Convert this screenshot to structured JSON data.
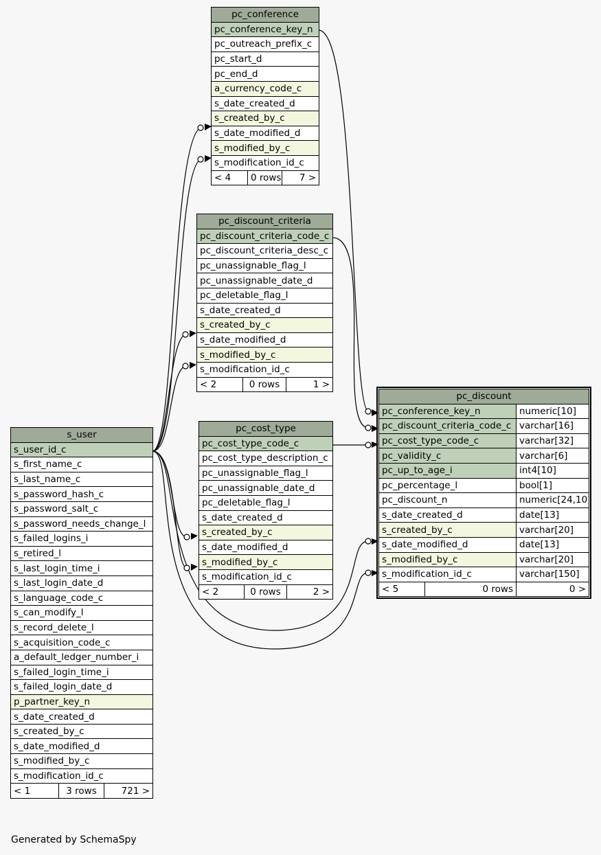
{
  "footer": "Generated by SchemaSpy",
  "tables": [
    {
      "id": "pc_conference",
      "name": "pc_conference",
      "columns": [
        {
          "n": "pc_conference_key_n",
          "k": "pk"
        },
        {
          "n": "pc_outreach_prefix_c",
          "k": ""
        },
        {
          "n": "pc_start_d",
          "k": ""
        },
        {
          "n": "pc_end_d",
          "k": ""
        },
        {
          "n": "a_currency_code_c",
          "k": "fk"
        },
        {
          "n": "s_date_created_d",
          "k": ""
        },
        {
          "n": "s_created_by_c",
          "k": "fk"
        },
        {
          "n": "s_date_modified_d",
          "k": ""
        },
        {
          "n": "s_modified_by_c",
          "k": "fk"
        },
        {
          "n": "s_modification_id_c",
          "k": ""
        }
      ],
      "footer": {
        "parents": "< 4",
        "rows": "0 rows",
        "children": "7 >"
      }
    },
    {
      "id": "pc_discount_criteria",
      "name": "pc_discount_criteria",
      "columns": [
        {
          "n": "pc_discount_criteria_code_c",
          "k": "pk"
        },
        {
          "n": "pc_discount_criteria_desc_c",
          "k": ""
        },
        {
          "n": "pc_unassignable_flag_l",
          "k": ""
        },
        {
          "n": "pc_unassignable_date_d",
          "k": ""
        },
        {
          "n": "pc_deletable_flag_l",
          "k": ""
        },
        {
          "n": "s_date_created_d",
          "k": ""
        },
        {
          "n": "s_created_by_c",
          "k": "fk"
        },
        {
          "n": "s_date_modified_d",
          "k": ""
        },
        {
          "n": "s_modified_by_c",
          "k": "fk"
        },
        {
          "n": "s_modification_id_c",
          "k": ""
        }
      ],
      "footer": {
        "parents": "< 2",
        "rows": "0 rows",
        "children": "1 >"
      }
    },
    {
      "id": "pc_cost_type",
      "name": "pc_cost_type",
      "columns": [
        {
          "n": "pc_cost_type_code_c",
          "k": "pk"
        },
        {
          "n": "pc_cost_type_description_c",
          "k": ""
        },
        {
          "n": "pc_unassignable_flag_l",
          "k": ""
        },
        {
          "n": "pc_unassignable_date_d",
          "k": ""
        },
        {
          "n": "pc_deletable_flag_l",
          "k": ""
        },
        {
          "n": "s_date_created_d",
          "k": ""
        },
        {
          "n": "s_created_by_c",
          "k": "fk"
        },
        {
          "n": "s_date_modified_d",
          "k": ""
        },
        {
          "n": "s_modified_by_c",
          "k": "fk"
        },
        {
          "n": "s_modification_id_c",
          "k": ""
        }
      ],
      "footer": {
        "parents": "< 2",
        "rows": "0 rows",
        "children": "2 >"
      }
    },
    {
      "id": "s_user",
      "name": "s_user",
      "columns": [
        {
          "n": "s_user_id_c",
          "k": "pk"
        },
        {
          "n": "s_first_name_c",
          "k": ""
        },
        {
          "n": "s_last_name_c",
          "k": ""
        },
        {
          "n": "s_password_hash_c",
          "k": ""
        },
        {
          "n": "s_password_salt_c",
          "k": ""
        },
        {
          "n": "s_password_needs_change_l",
          "k": ""
        },
        {
          "n": "s_failed_logins_i",
          "k": ""
        },
        {
          "n": "s_retired_l",
          "k": ""
        },
        {
          "n": "s_last_login_time_i",
          "k": ""
        },
        {
          "n": "s_last_login_date_d",
          "k": ""
        },
        {
          "n": "s_language_code_c",
          "k": ""
        },
        {
          "n": "s_can_modify_l",
          "k": ""
        },
        {
          "n": "s_record_delete_l",
          "k": ""
        },
        {
          "n": "s_acquisition_code_c",
          "k": ""
        },
        {
          "n": "a_default_ledger_number_i",
          "k": ""
        },
        {
          "n": "s_failed_login_time_i",
          "k": ""
        },
        {
          "n": "s_failed_login_date_d",
          "k": ""
        },
        {
          "n": "p_partner_key_n",
          "k": "fk"
        },
        {
          "n": "s_date_created_d",
          "k": ""
        },
        {
          "n": "s_created_by_c",
          "k": ""
        },
        {
          "n": "s_date_modified_d",
          "k": ""
        },
        {
          "n": "s_modified_by_c",
          "k": ""
        },
        {
          "n": "s_modification_id_c",
          "k": ""
        }
      ],
      "footer": {
        "parents": "< 1",
        "rows": "3 rows",
        "children": "721 >"
      }
    },
    {
      "id": "pc_discount",
      "name": "pc_discount",
      "focus": true,
      "columns": [
        {
          "n": "pc_conference_key_n",
          "t": "numeric[10]",
          "k": "pk"
        },
        {
          "n": "pc_discount_criteria_code_c",
          "t": "varchar[16]",
          "k": "pk"
        },
        {
          "n": "pc_cost_type_code_c",
          "t": "varchar[32]",
          "k": "pk"
        },
        {
          "n": "pc_validity_c",
          "t": "varchar[6]",
          "k": "pk"
        },
        {
          "n": "pc_up_to_age_i",
          "t": "int4[10]",
          "k": "pk"
        },
        {
          "n": "pc_percentage_l",
          "t": "bool[1]",
          "k": ""
        },
        {
          "n": "pc_discount_n",
          "t": "numeric[24,10]",
          "k": ""
        },
        {
          "n": "s_date_created_d",
          "t": "date[13]",
          "k": ""
        },
        {
          "n": "s_created_by_c",
          "t": "varchar[20]",
          "k": "fk"
        },
        {
          "n": "s_date_modified_d",
          "t": "date[13]",
          "k": ""
        },
        {
          "n": "s_modified_by_c",
          "t": "varchar[20]",
          "k": "fk"
        },
        {
          "n": "s_modification_id_c",
          "t": "varchar[150]",
          "k": ""
        }
      ],
      "footer": {
        "parents": "< 5",
        "rows": "0 rows",
        "children": "0 >"
      }
    }
  ]
}
